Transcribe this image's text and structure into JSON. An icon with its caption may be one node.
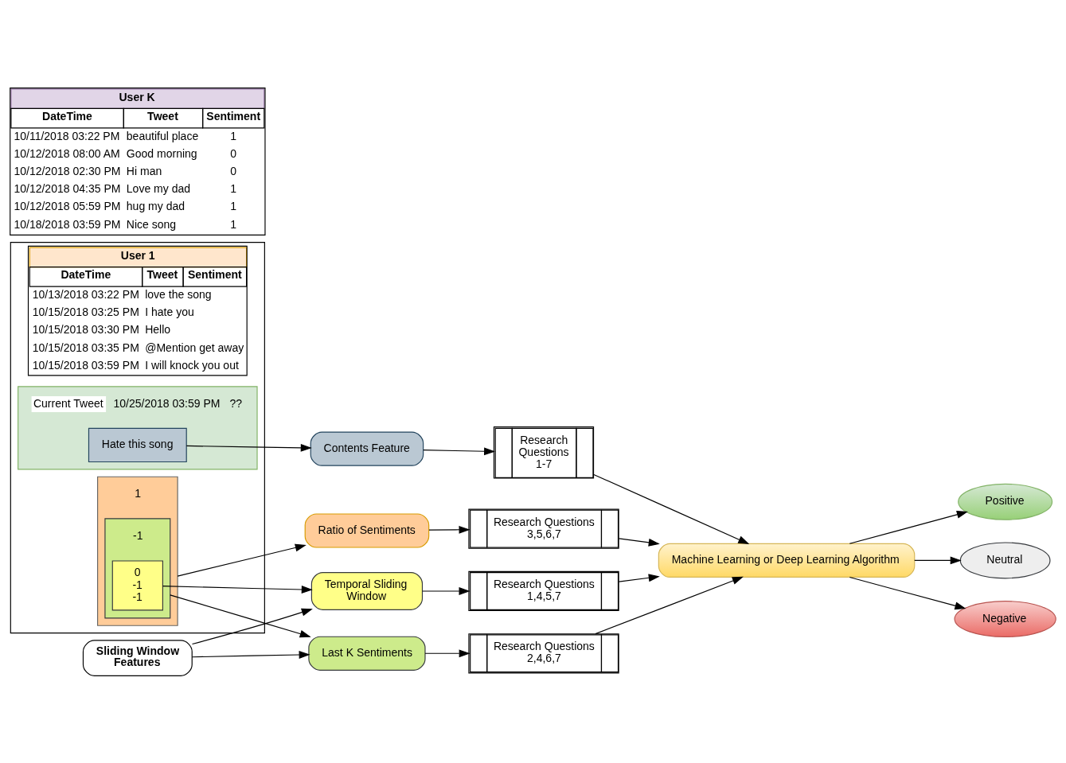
{
  "diagram": {
    "nodes": [
      {
        "text": [
          "User 1",
          "DateTime",
          "Tweet",
          "Sentiment",
          "10/13/2018 03:22 PM",
          "love the song",
          "10/15/2018 03:25 PM",
          "I hate you",
          "10/15/2018 03:30 PM",
          "Hello",
          "10/15/2018 03:35 PM",
          "@Mention get away",
          "10/15/2018 03:59 PM",
          "I will knock you out"
        ]
      },
      {
        "text": [
          "10/25/2018 03:59 PM",
          "??"
        ],
        "beside": [
          "Current Tweet"
        ],
        "in": 0
      },
      {
        "text": [
          "Hate this song"
        ],
        "in": 1
      },
      {
        "text": [
          "1"
        ],
        "in": 0
      },
      {
        "text": [
          "-1"
        ],
        "in": 3
      },
      {
        "text": [
          "0",
          "-1",
          "-1"
        ],
        "in": 4
      },
      {
        "text": [
          "User K",
          "DateTime",
          "Tweet",
          "Sentiment",
          "10/11/2018 03:22 PM",
          "beautiful place",
          "1",
          "10/12/2018 08:00 AM",
          "Good morning",
          "0",
          "10/12/2018 02:30 PM",
          "Hi man",
          "0",
          "10/12/2018 04:35 PM",
          "Love my dad",
          "1",
          "10/12/2018 05:59 PM",
          "hug my dad",
          "1",
          "10/18/2018 03:59 PM",
          "Nice song",
          "1"
        ]
      },
      {
        "text": [
          "Contents Feature"
        ]
      },
      {
        "text": [
          "Last K Sentiments"
        ]
      },
      {
        "text": [
          "Sliding Window Features"
        ]
      },
      {
        "text": [
          "Temporal Sliding Window"
        ]
      },
      {
        "text": [
          "Ratio of Sentiments"
        ]
      },
      {
        "text": [
          "Research Questions 1-7"
        ]
      },
      {
        "text": [
          "Research Questions 2,4,6,7"
        ]
      },
      {
        "text": [
          "Research Questions 1,4,5,7"
        ]
      },
      {
        "text": [
          "Research Questions 3,5,6,7"
        ]
      },
      {
        "text": [
          "Machine Learning or Deep Learning Algorithm"
        ]
      },
      {
        "text": [
          "Positive"
        ]
      },
      {
        "text": [
          "Neutral"
        ]
      },
      {
        "text": [
          "Negative"
        ]
      }
    ],
    "edges": [
      {
        "from": 2,
        "to": 7,
        "arrow": "to"
      },
      {
        "from": 3,
        "to": 11,
        "arrow": "to"
      },
      {
        "from": 4,
        "to": 8,
        "arrow": "to"
      },
      {
        "from": 5,
        "to": 10,
        "arrow": "to"
      },
      {
        "from": 9,
        "to": 8,
        "arrow": "to"
      },
      {
        "from": 9,
        "to": 10,
        "arrow": "to"
      },
      {
        "from": 7,
        "to": 12,
        "arrow": "to"
      },
      {
        "from": 8,
        "to": 13,
        "arrow": "to"
      },
      {
        "from": 10,
        "to": 14,
        "arrow": "to"
      },
      {
        "from": 11,
        "to": 15,
        "arrow": "to"
      },
      {
        "from": 12,
        "to": 16,
        "arrow": "to"
      },
      {
        "from": 13,
        "to": 16,
        "arrow": "to"
      },
      {
        "from": 14,
        "to": 16,
        "arrow": "to"
      },
      {
        "from": 15,
        "to": 16,
        "arrow": "to"
      },
      {
        "from": 16,
        "to": 17,
        "arrow": "to"
      },
      {
        "from": 16,
        "to": 18,
        "arrow": "to"
      },
      {
        "from": 16,
        "to": 19,
        "arrow": "to"
      }
    ]
  }
}
